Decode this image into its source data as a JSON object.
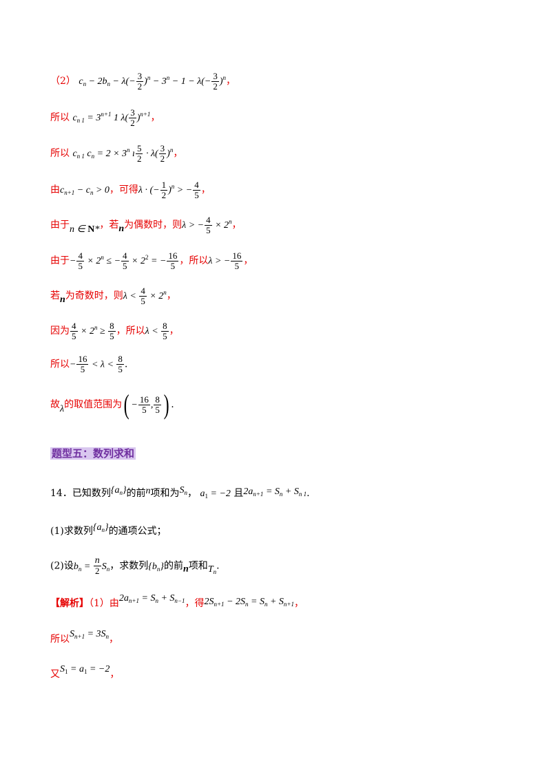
{
  "solution_part2": {
    "line1_prefix": "（2）",
    "line1_expr_a": "c",
    "line1_expr_b": " − 2b",
    "line1_expr_c": " − λ(−",
    "line1_expr_d": ")",
    "line1_expr_e": " − 3",
    "line1_expr_f": " − 1 − λ(−",
    "line1_expr_g": ")",
    "line1_end": "，",
    "frac_3_2_num": "3",
    "frac_3_2_den": "2",
    "line2_text": "所以",
    "line2_expr": " = 3",
    "line2_expr_b": "  1  λ(",
    "line2_expr_c": ")",
    "line2_end": "，",
    "line3_text": "所以",
    "line3_expr": "  c",
    "line3_expr_b": " = 2 × 3",
    "line3_expr_c": " · λ(",
    "line3_expr_d": ")",
    "line3_end": "，",
    "frac_5_2_num": "5",
    "frac_5_2_den": "2",
    "line4_a": "由",
    "line4_expr": " > 0",
    "line4_b": "，可得",
    "line4_expr_b": "λ · (−",
    "line4_expr_c": ")",
    "line4_expr_d": " > −",
    "line4_end": "，",
    "frac_1_2_num": "1",
    "frac_1_2_den": "2",
    "frac_4_5_num": "4",
    "frac_4_5_den": "5",
    "line5_a": "由于",
    "line5_expr": "n ∈ ",
    "line5_expr_b": "N",
    "line5_expr_c": "*",
    "line5_b": "，若",
    "line5_n": "n",
    "line5_c": "为偶数时，则",
    "line5_expr_d": "λ > −",
    "line5_expr_e": " × 2",
    "line5_end": "，",
    "line6_a": "由于",
    "line6_expr_a": "−",
    "line6_expr_b": " × 2",
    "line6_expr_c": " ≤ −",
    "line6_expr_d": " × 2",
    "line6_expr_e": " = −",
    "line6_b": "，所以",
    "line6_expr_f": "λ > −",
    "line6_end": "，",
    "frac_16_5_num": "16",
    "frac_16_5_den": "5",
    "line7_a": "若",
    "line7_n": "n",
    "line7_b": "为奇数时，则",
    "line7_expr": "λ < ",
    "line7_expr_b": " × 2",
    "line7_end": "，",
    "line8_a": "因为",
    "line8_expr_b": " × 2",
    "line8_expr_c": " ≥ ",
    "line8_b": "，所以",
    "line8_expr_d": "λ < ",
    "line8_end": "，",
    "frac_8_5_num": "8",
    "frac_8_5_den": "5",
    "line9_a": "所以",
    "line9_expr_a": "−",
    "line9_expr_b": " < λ < ",
    "line9_end": ".",
    "line10_a": "故",
    "line10_lambda": "λ",
    "line10_b": "的取值范围为",
    "line10_expr_a": "−",
    "line10_comma": ",",
    "line10_end": "."
  },
  "section_title": "题型五：数列求和",
  "problem14": {
    "line1_a": "14．已知数列",
    "line1_a_n": "a",
    "line1_b": "的前",
    "line1_n": "n",
    "line1_c": "项和为",
    "line1_S": "S",
    "line1_d": "，",
    "line1_expr": " = −2",
    "line1_e": "且",
    "line1_expr_b": "2a",
    "line1_expr_c": " = S",
    "line1_expr_d": " + S",
    "line1_end": ".",
    "q1_a": "(1)求数列",
    "q1_b": "的通项公式；",
    "q2_a": "(2)设",
    "q2_expr": "b",
    "q2_expr_b": " = ",
    "q2_expr_c": "S",
    "q2_b": "，求数列",
    "q2_c": "的前",
    "q2_n": "n",
    "q2_d": "项和",
    "q2_T": "T",
    "q2_end": ".",
    "frac_n_2_num": "n",
    "frac_n_2_den": "2"
  },
  "solution14": {
    "label": "【解析】",
    "sol1_a": "（1）由",
    "sol1_expr": "2a",
    "sol1_expr_b": " = S",
    "sol1_expr_c": " + S",
    "sol1_b": "，得",
    "sol1_expr_d": "2S",
    "sol1_expr_e": " − 2S",
    "sol1_expr_f": " = S",
    "sol1_expr_g": " + S",
    "sol1_end": "，",
    "sol2_a": "所以",
    "sol2_expr": "S",
    "sol2_expr_b": " = 3S",
    "sol2_end": "，",
    "sol3_a": "又",
    "sol3_expr": "S",
    "sol3_expr_b": " = a",
    "sol3_expr_c": " = −2",
    "sol3_end": "，"
  }
}
